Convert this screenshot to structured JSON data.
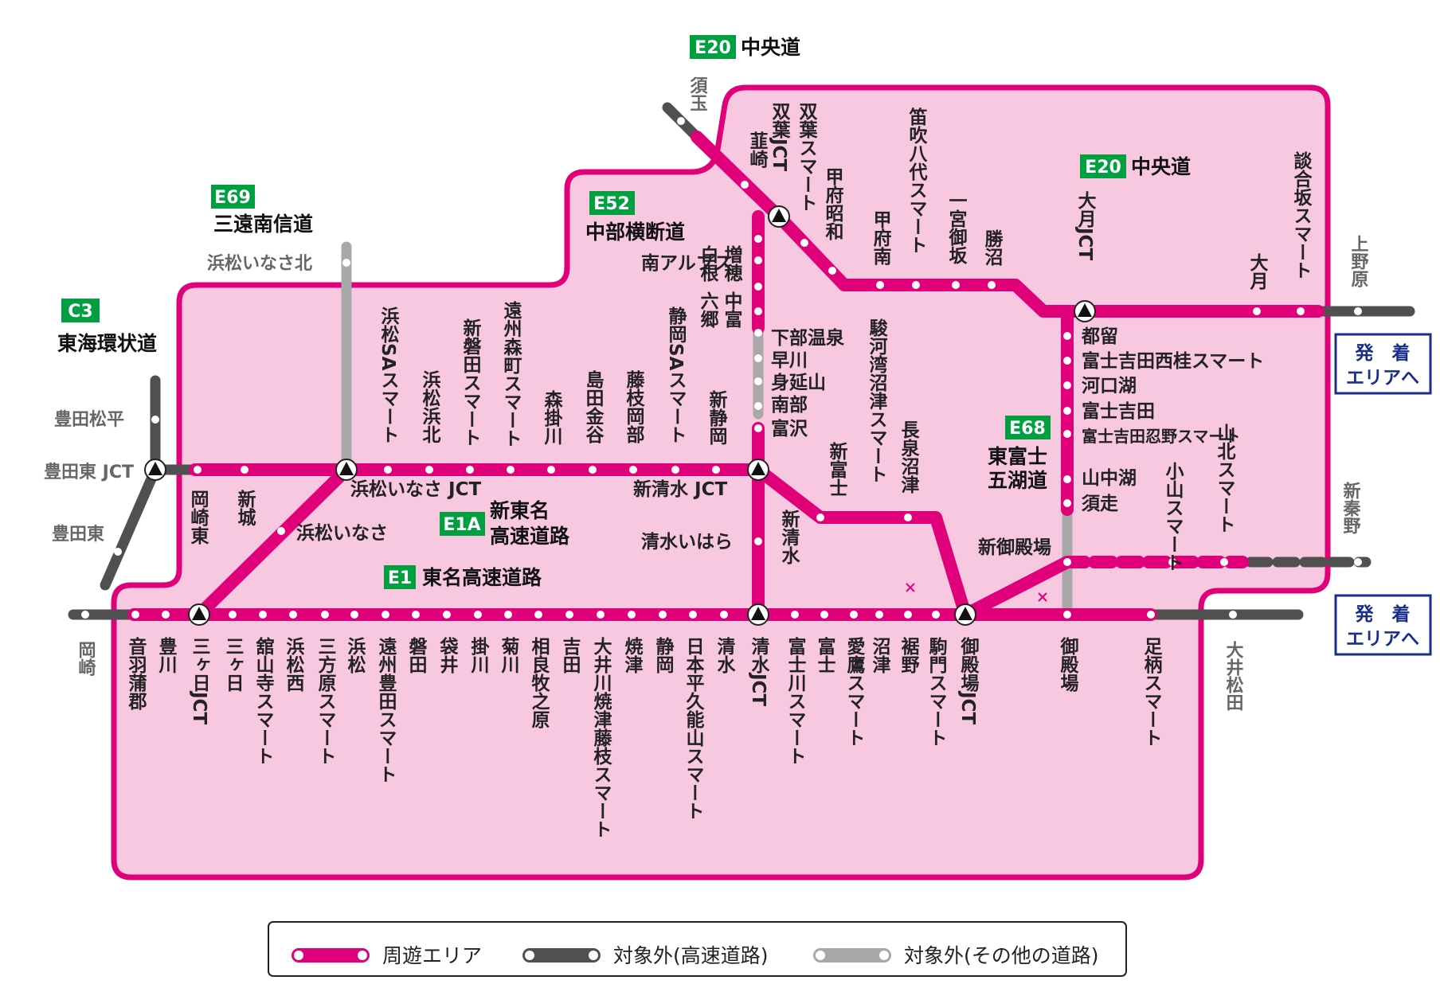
{
  "colors": {
    "area_fill": "#f8c8e0",
    "area_border": "#e0007a",
    "route_in": "#e0007a",
    "route_out_highway": "#505050",
    "route_out_other": "#a8a8a8",
    "badge_green": "#00a040",
    "area_box": "#1a2f8a"
  },
  "route_badges": [
    {
      "code": "E20",
      "name": "中央道"
    },
    {
      "code": "E20",
      "name": "中央道"
    },
    {
      "code": "E69",
      "name": "三遠南信道"
    },
    {
      "code": "E52",
      "name": "中部横断道"
    },
    {
      "code": "C3",
      "name": "東海環状道"
    },
    {
      "code": "E1A",
      "name": "新東名\n高速道路"
    },
    {
      "code": "E1",
      "name": "東名高速道路"
    },
    {
      "code": "E68",
      "name": "東富士\n五湖道"
    }
  ],
  "area_boxes": [
    {
      "line1": "発　着",
      "line2": "エリアへ"
    },
    {
      "line1": "発　着",
      "line2": "エリアへ"
    }
  ],
  "tomei_stations": [
    "岡崎",
    "音羽蒲郡",
    "豊川",
    "三ヶ日JCT",
    "三ヶ日",
    "舘山寺スマート",
    "浜松西",
    "三方原スマート",
    "浜松",
    "遠州豊田スマート",
    "磐田",
    "袋井",
    "掛川",
    "菊川",
    "相良牧之原",
    "吉田",
    "大井川焼津藤枝スマート",
    "焼津",
    "静岡",
    "日本平久能山スマート",
    "清水",
    "清水JCT",
    "富士川スマート",
    "富士",
    "愛鷹スマート",
    "沼津",
    "裾野",
    "駒門スマート",
    "御殿場JCT",
    "御殿場",
    "足柄スマート",
    "大井松田"
  ],
  "shintomei_stations": [
    "岡崎東",
    "新城",
    "浜松いなさ JCT",
    "浜松SAスマート",
    "浜松浜北",
    "新磐田スマート",
    "遠州森町スマート",
    "森掛川",
    "島田金谷",
    "藤枝岡部",
    "静岡SAスマート",
    "新静岡",
    "新清水 JCT",
    "新富士",
    "駿河湾沼津スマート",
    "長泉沼津",
    "新清水",
    "清水いはら"
  ],
  "other_labels": [
    "豊田松平",
    "豊田東 JCT",
    "豊田東",
    "浜松いなさ北",
    "浜松いなさ",
    "須玉",
    "韮崎",
    "双葉JCT",
    "双葉スマート",
    "甲府昭和",
    "甲府南",
    "笛吹八代スマート",
    "一宮御坂",
    "勝沼",
    "大月JCT",
    "大月",
    "談合坂スマート",
    "上野原",
    "白根",
    "南アルプス",
    "増穂",
    "六郷",
    "中富",
    "下部温泉",
    "早川",
    "身延山",
    "南部",
    "富沢",
    "都留",
    "富士吉田西桂スマート",
    "河口湖",
    "富士吉田",
    "富士吉田忍野スマート",
    "山中湖",
    "須走",
    "小山スマート",
    "山北スマート",
    "新御殿場",
    "新秦野"
  ],
  "legend": [
    "周遊エリア",
    "対象外(高速道路)",
    "対象外(その他の道路)"
  ]
}
